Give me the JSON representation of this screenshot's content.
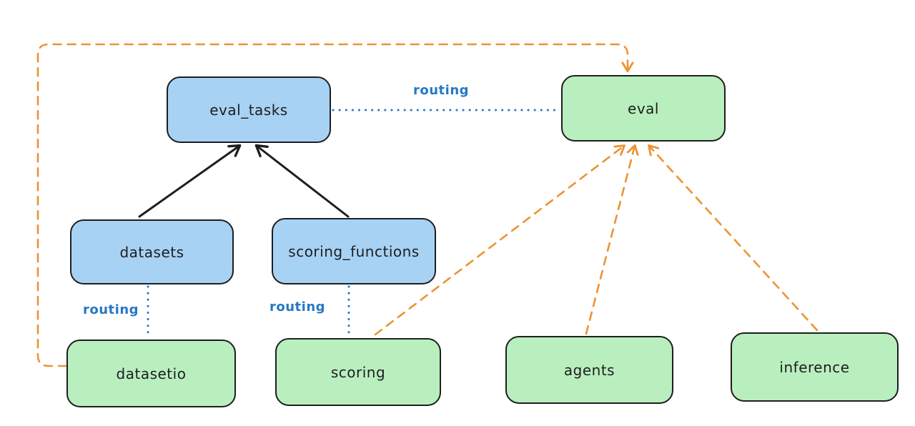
{
  "diagram": {
    "title": "",
    "nodes": [
      {
        "id": "eval_tasks",
        "label": "eval_tasks",
        "kind": "resource",
        "fill": "#a8d2f4"
      },
      {
        "id": "eval",
        "label": "eval",
        "kind": "api",
        "fill": "#b9efbf"
      },
      {
        "id": "datasets",
        "label": "datasets",
        "kind": "resource",
        "fill": "#a8d2f4"
      },
      {
        "id": "scoring_functions",
        "label": "scoring_functions",
        "kind": "resource",
        "fill": "#a8d2f4"
      },
      {
        "id": "datasetio",
        "label": "datasetio",
        "kind": "api",
        "fill": "#b9efbf"
      },
      {
        "id": "scoring",
        "label": "scoring",
        "kind": "api",
        "fill": "#b9efbf"
      },
      {
        "id": "agents",
        "label": "agents",
        "kind": "api",
        "fill": "#b9efbf"
      },
      {
        "id": "inference",
        "label": "inference",
        "kind": "api",
        "fill": "#b9efbf"
      }
    ],
    "edges": [
      {
        "from": "datasets",
        "to": "eval_tasks",
        "style": "solid",
        "arrow": true,
        "color": "#1e1e1e",
        "label": ""
      },
      {
        "from": "scoring_functions",
        "to": "eval_tasks",
        "style": "solid",
        "arrow": true,
        "color": "#1e1e1e",
        "label": ""
      },
      {
        "from": "eval_tasks",
        "to": "eval",
        "style": "dotted",
        "arrow": false,
        "color": "#2578c5",
        "label": "routing"
      },
      {
        "from": "datasets",
        "to": "datasetio",
        "style": "dotted",
        "arrow": false,
        "color": "#2578c5",
        "label": "routing"
      },
      {
        "from": "scoring_functions",
        "to": "scoring",
        "style": "dotted",
        "arrow": false,
        "color": "#2578c5",
        "label": "routing"
      },
      {
        "from": "datasetio",
        "to": "eval",
        "style": "dashed",
        "arrow": true,
        "color": "#ec9335",
        "label": "",
        "route": "left-and-over-top"
      },
      {
        "from": "scoring",
        "to": "eval",
        "style": "dashed",
        "arrow": true,
        "color": "#ec9335",
        "label": ""
      },
      {
        "from": "agents",
        "to": "eval",
        "style": "dashed",
        "arrow": true,
        "color": "#ec9335",
        "label": ""
      },
      {
        "from": "inference",
        "to": "eval",
        "style": "dashed",
        "arrow": true,
        "color": "#ec9335",
        "label": ""
      }
    ],
    "colors": {
      "resource_fill": "#a8d2f4",
      "api_fill": "#b9efbf",
      "stroke": "#1e1e1e",
      "routing_blue": "#2578c5",
      "orange": "#ec9335",
      "background": "#ffffff"
    }
  }
}
